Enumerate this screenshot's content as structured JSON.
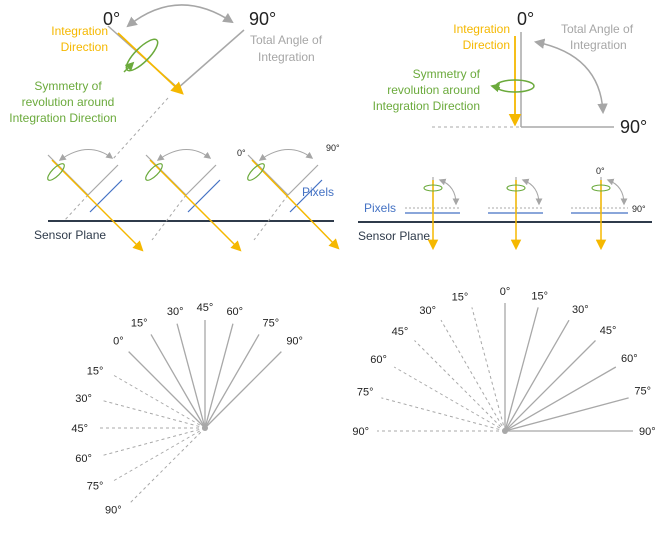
{
  "colors": {
    "integration": "#F5B800",
    "symmetry": "#6BAA3C",
    "total_angle": "#A6A6A6",
    "pixels": "#4472C4",
    "sensor": "#2F3B4B",
    "line": "#A8A8A8",
    "text": "#222222"
  },
  "top_left": {
    "angle_0": "0°",
    "angle_90": "90°",
    "integration_label": [
      "Integration",
      "Direction"
    ],
    "total_angle_label": [
      "Total Angle of",
      "Integration"
    ],
    "symmetry_label": [
      "Symmetry of",
      "revolution around",
      "Integration Direction"
    ],
    "small_0": "0°",
    "small_90": "90°",
    "pixels_label": "Pixels",
    "sensor_label": "Sensor Plane"
  },
  "top_right": {
    "angle_0": "0°",
    "angle_90": "90°",
    "integration_label": [
      "Integration",
      "Direction"
    ],
    "total_angle_label": [
      "Total Angle of",
      "Integration"
    ],
    "symmetry_label": [
      "Symmetry of",
      "revolution around",
      "Integration Direction"
    ],
    "small_0": "0°",
    "small_90": "90°",
    "pixels_label": "Pixels",
    "sensor_label": "Sensor Plane"
  },
  "fan_left": {
    "solid_labels": [
      "0°",
      "15°",
      "30°",
      "45°",
      "60°",
      "75°",
      "90°"
    ],
    "dashed_labels": [
      "15°",
      "30°",
      "45°",
      "60°",
      "75°",
      "90°"
    ]
  },
  "fan_right": {
    "solid_labels": [
      "0°",
      "15°",
      "30°",
      "45°",
      "60°",
      "75°",
      "90°"
    ],
    "dashed_labels": [
      "15°",
      "30°",
      "45°",
      "60°",
      "75°",
      "90°"
    ]
  }
}
